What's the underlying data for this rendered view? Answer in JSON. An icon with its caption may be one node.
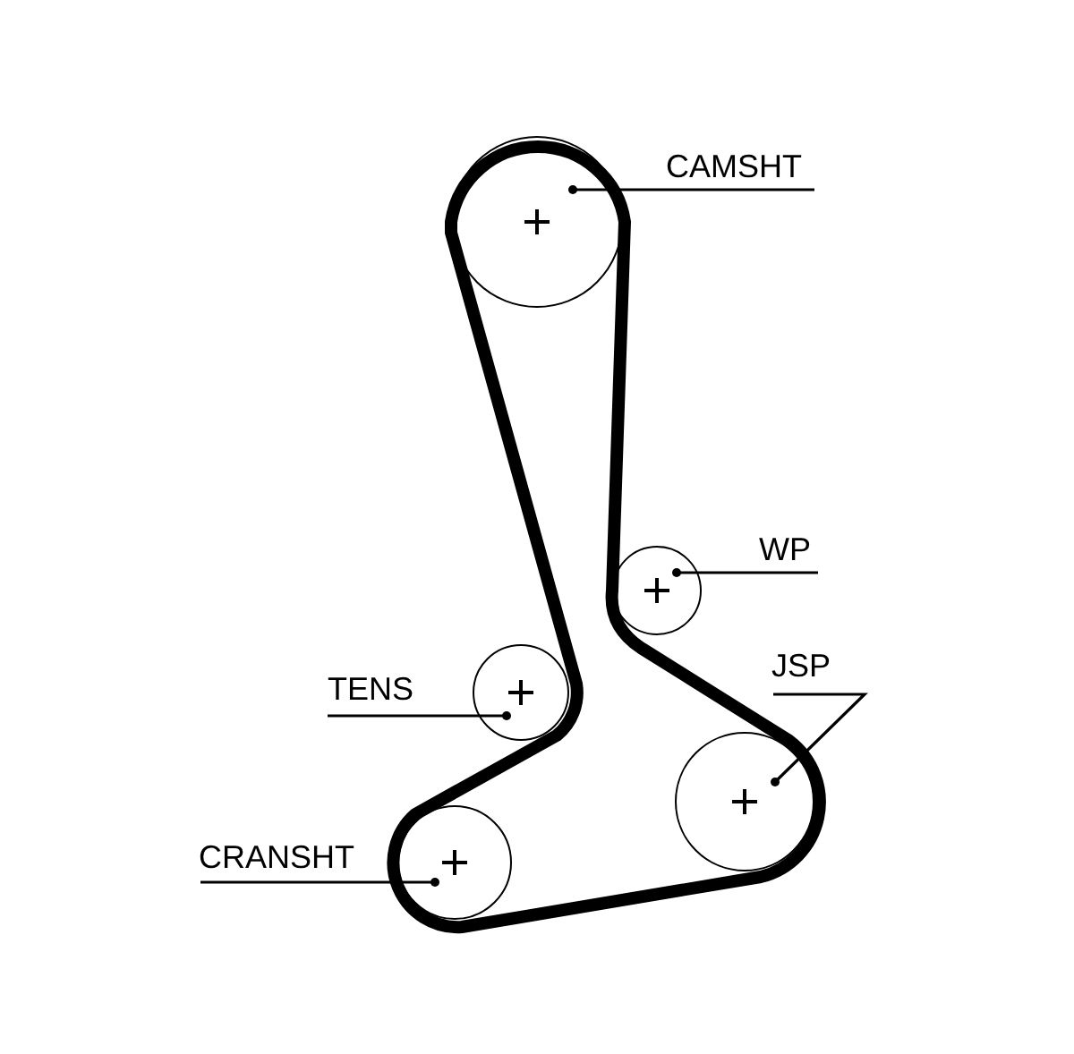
{
  "diagram": {
    "nodes": [
      {
        "text": [
          "CAMSHT"
        ]
      },
      {
        "text": [],
        "shape": "circle"
      },
      {
        "text": [
          "WP"
        ]
      },
      {
        "text": [],
        "shape": "circle"
      },
      {
        "text": [
          "JSP"
        ]
      },
      {
        "text": [],
        "shape": "circle"
      },
      {
        "text": [
          "TENS"
        ]
      },
      {
        "text": [],
        "shape": "circle"
      },
      {
        "text": [
          "CRANSHT"
        ]
      },
      {
        "text": [],
        "shape": "circle"
      }
    ],
    "edges": [
      {
        "from": 0,
        "to": 1,
        "arrow": "other"
      },
      {
        "from": 2,
        "to": 3,
        "arrow": "other"
      },
      {
        "from": 4,
        "to": 5,
        "arrow": "other"
      },
      {
        "from": 6,
        "to": 7,
        "arrow": "other"
      },
      {
        "from": 8,
        "to": 9,
        "arrow": "other"
      }
    ]
  }
}
